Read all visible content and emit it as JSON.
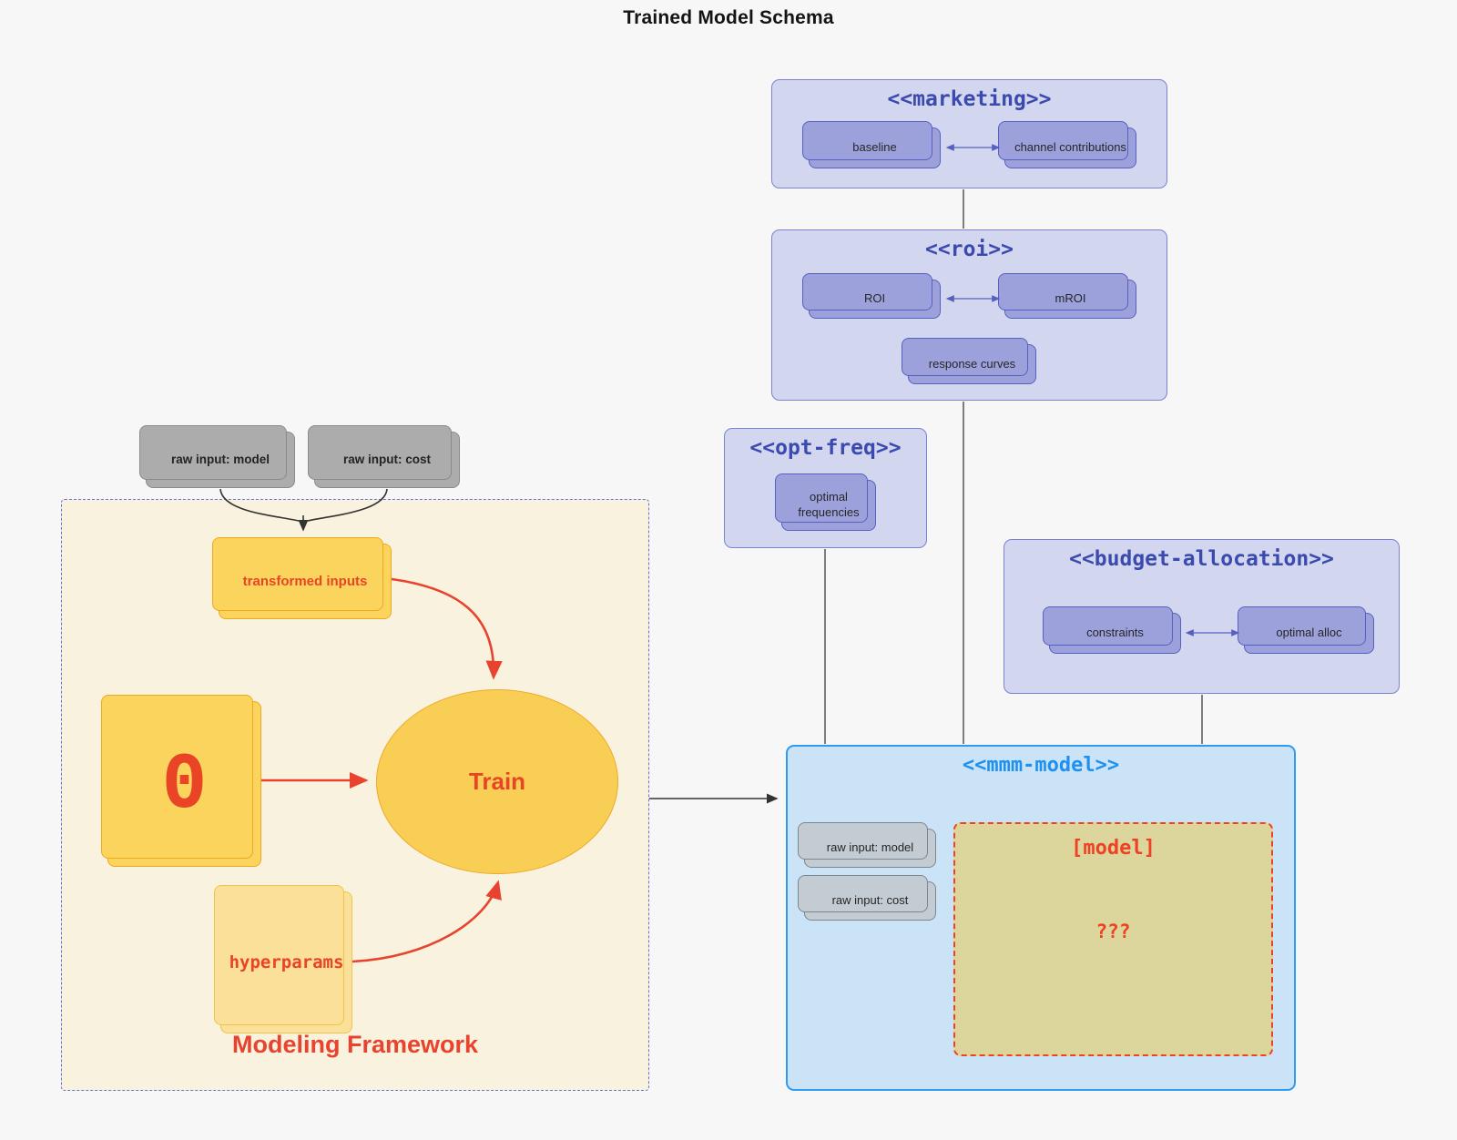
{
  "title": "Trained Model Schema",
  "groups": {
    "marketing": {
      "title": "<<marketing>>",
      "baseline": "baseline",
      "channel": "channel contributions"
    },
    "roi": {
      "title": "<<roi>>",
      "roi": "ROI",
      "mroi": "mROI",
      "response": "response curves"
    },
    "opt_freq": {
      "title": "<<opt-freq>>",
      "optimal": "optimal frequencies"
    },
    "budget": {
      "title": "<<budget-allocation>>",
      "constraints": "constraints",
      "alloc": "optimal alloc"
    },
    "mmm": {
      "title": "<<mmm-model>>",
      "raw_model": "raw input: model",
      "raw_cost": "raw input: cost",
      "model": "[model]",
      "unknown": "???"
    }
  },
  "raw_inputs": {
    "model": "raw input: model",
    "cost": "raw input: cost"
  },
  "framework": {
    "label": "Modeling Framework",
    "transformed": "transformed inputs",
    "theta": "Θ",
    "train": "Train",
    "hyperparams": "hyperparams"
  },
  "colors": {
    "page_bg": "#F7F7F8",
    "group_fill": "#D3D6EF",
    "group_border": "#7C82CF",
    "group_title": "#3A4AAE",
    "card_fill": "#9CA1DC",
    "card_border": "#5560C0",
    "mmm_fill": "#CBE3F6",
    "mmm_border": "#2E9BF0",
    "mmm_title": "#1E90F0",
    "khaki_fill": "#DCD59C",
    "dashed_red": "#EF4123",
    "red_text": "#EA4426",
    "yellow_fill": "#FAD45C",
    "yellow_border": "#F2A81D",
    "yellow_light": "#FAE098",
    "gray_fill": "#ACACAC",
    "graylight_fill": "#C4CCD3",
    "framework_fill": "#F9F2DE",
    "framework_border": "#6673D6",
    "connector_gray": "#555555"
  }
}
